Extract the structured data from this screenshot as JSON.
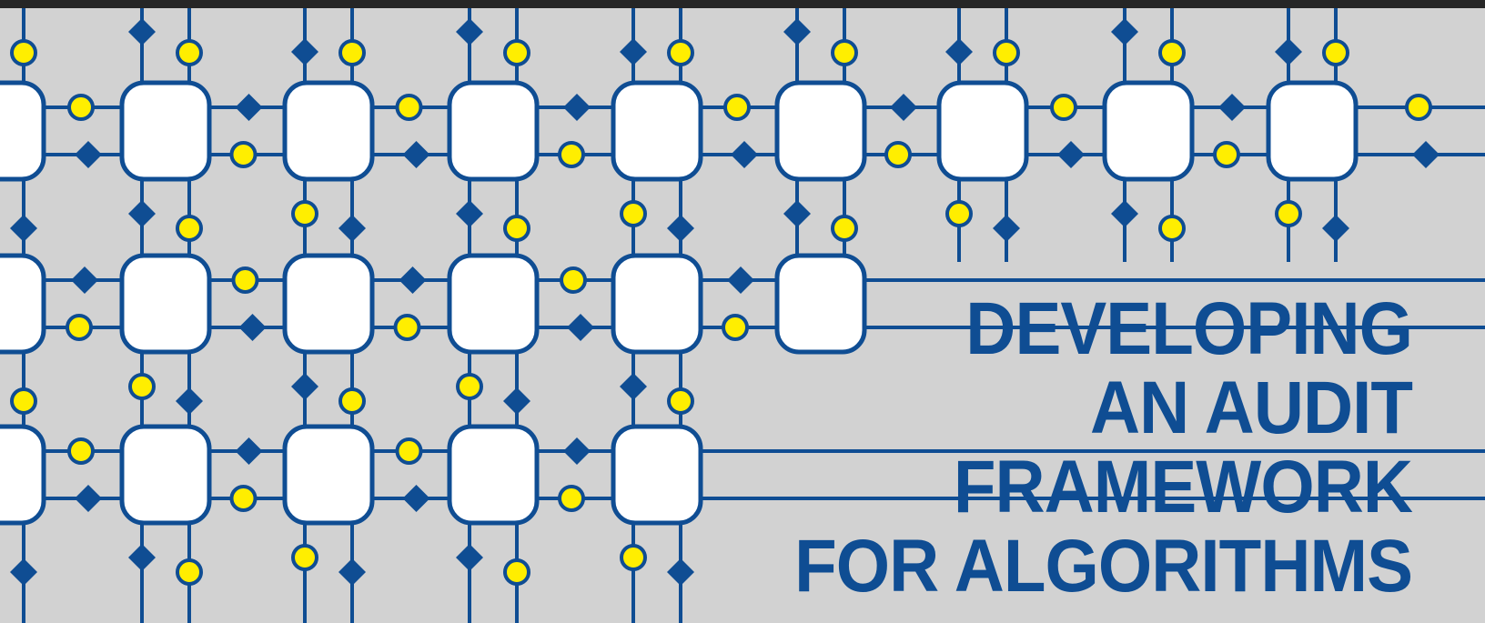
{
  "title": {
    "lines": [
      "DEVELOPING",
      "AN AUDIT",
      "FRAMEWORK",
      "FOR ALGORITHMS"
    ]
  },
  "colors": {
    "background": "#d2d2d2",
    "top_bar": "#262626",
    "primary_blue": "#0f4d93",
    "node_fill": "#ffffff",
    "connector_dot": "#ffee00"
  },
  "graphic": {
    "description_icons": [
      "rounded-square-node",
      "diamond-connector",
      "yellow-circle-connector"
    ]
  }
}
